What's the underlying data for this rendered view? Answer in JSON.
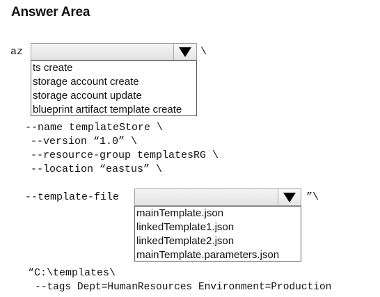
{
  "title": "Answer Area",
  "lines": {
    "az": "az",
    "az_suffix": "\\",
    "name": "--name templateStore \\",
    "version": "--version “1.0” \\",
    "resource_group": "--resource-group templatesRG \\",
    "location": "--location “eastus” \\",
    "template_file": "--template-file",
    "template_file_suffix": "”\\",
    "path": "“C:\\templates\\",
    "tags": "--tags Dept=HumanResources Environment=Production"
  },
  "dropdown1": {
    "selected": "",
    "options": [
      "ts create",
      "storage account create",
      "storage account update",
      "blueprint artifact template create"
    ]
  },
  "dropdown2": {
    "selected": "",
    "options": [
      "mainTemplate.json",
      "linkedTemplate1.json",
      "linkedTemplate2.json",
      "mainTemplate.parameters.json"
    ]
  }
}
